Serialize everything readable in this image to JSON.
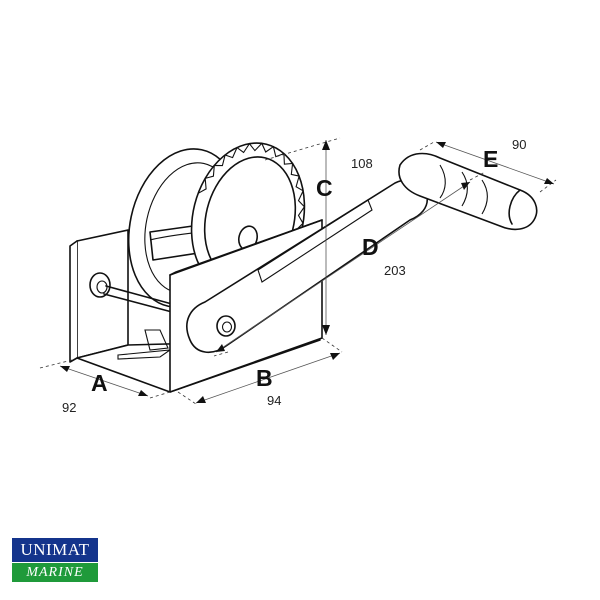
{
  "dimensions": {
    "A": {
      "letter": "A",
      "value": "92"
    },
    "B": {
      "letter": "B",
      "value": "94"
    },
    "C": {
      "letter": "C",
      "value": "108"
    },
    "D": {
      "letter": "D",
      "value": "203"
    },
    "E": {
      "letter": "E",
      "value": "90"
    }
  },
  "brand": {
    "line1": "UNIMAT",
    "line2": "MARINE"
  },
  "colors": {
    "brand_blue": "#14348c",
    "brand_green": "#1f9a3a",
    "line": "#111111"
  }
}
